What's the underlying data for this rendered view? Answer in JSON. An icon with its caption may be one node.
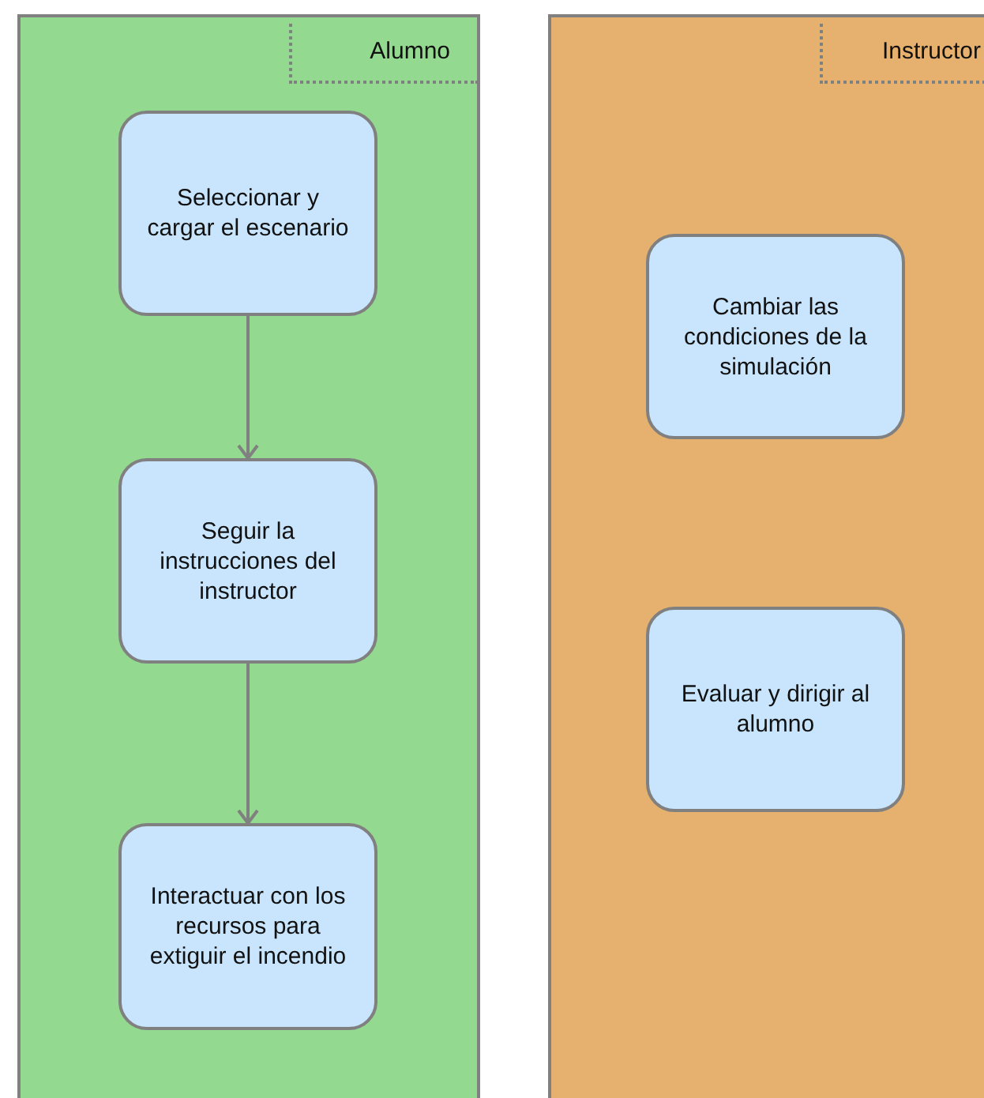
{
  "diagram": {
    "nodes": [
      {
        "text": [
          "Alumno"
        ]
      },
      {
        "text": [
          "Seleccionar y cargar el escenario"
        ],
        "in": 0
      },
      {
        "text": [
          "Seguir la instrucciones del instructor"
        ],
        "in": 0
      },
      {
        "text": [
          "Interactuar con los recursos para extiguir el incendio"
        ],
        "in": 0
      },
      {
        "text": [
          "Instructor"
        ]
      },
      {
        "text": [
          "Cambiar las condiciones de la simulación"
        ],
        "in": 4
      },
      {
        "text": [
          "Evaluar y dirigir al alumno"
        ],
        "in": 4
      }
    ],
    "edges": [
      {
        "from": 1,
        "to": 2,
        "arrow": "to"
      },
      {
        "from": 2,
        "to": 3,
        "arrow": "to"
      }
    ]
  }
}
